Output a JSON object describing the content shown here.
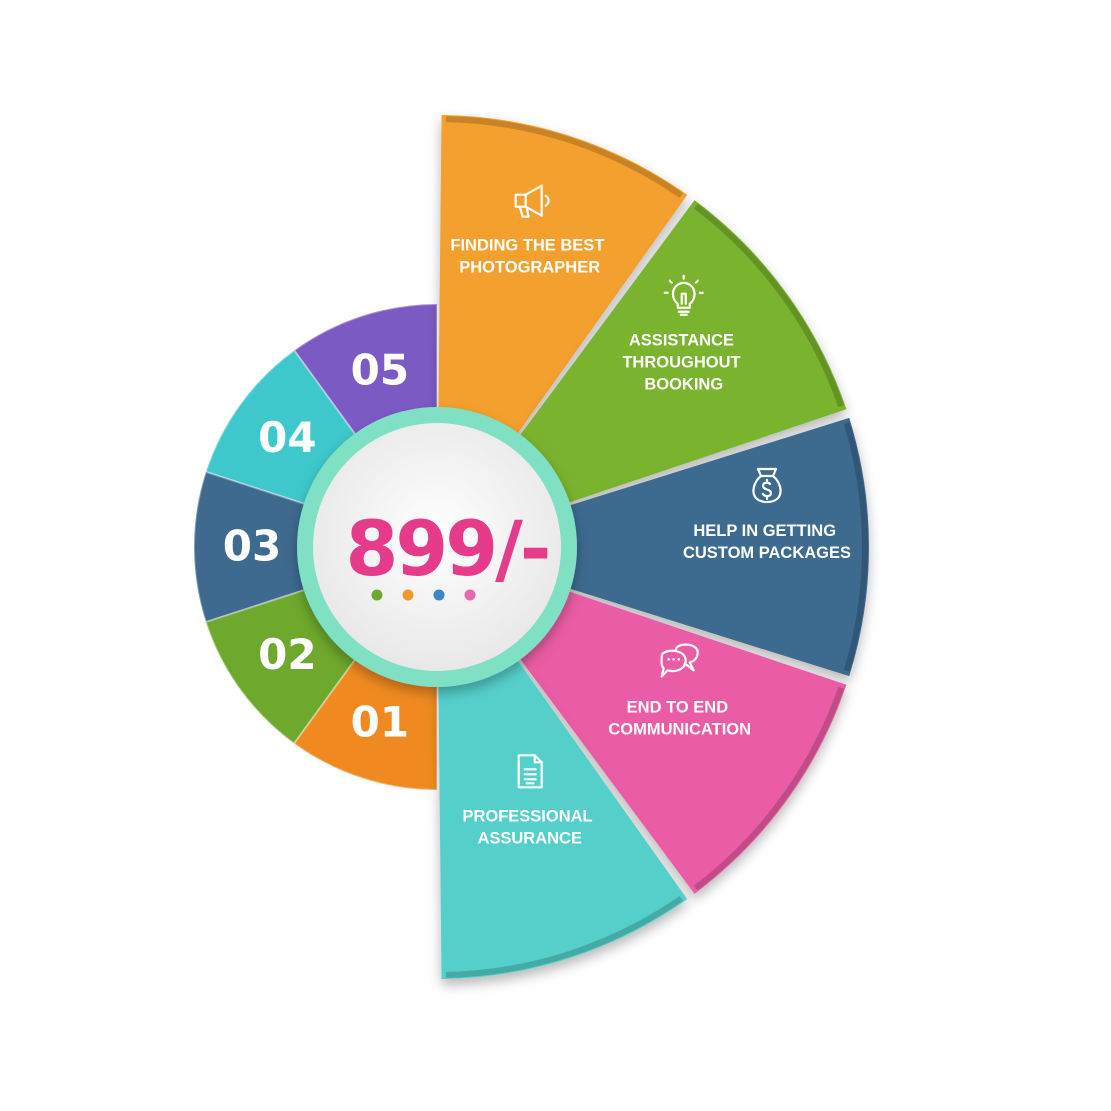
{
  "center": {
    "price": "899/-",
    "dot_colors": [
      "#6aab2a",
      "#f39a2a",
      "#3b86c9",
      "#e966b0"
    ]
  },
  "colors": {
    "orange": "#f4a02e",
    "green": "#7ab32e",
    "blue": "#3e6a8f",
    "pink": "#ea5ca5",
    "teal": "#55cfca",
    "purple": "#7c5ac4",
    "center_ring": "#7fe0c3",
    "price_text": "#e63a8a"
  },
  "outer_segments": [
    {
      "lines": [
        "FINDING THE BEST",
        "PHOTOGRAPHER"
      ],
      "icon": "megaphone-icon",
      "color": "#f4a02e"
    },
    {
      "lines": [
        "ASSISTANCE",
        "THROUGHOUT",
        "BOOKING"
      ],
      "icon": "lightbulb-icon",
      "color": "#7ab32e"
    },
    {
      "lines": [
        "HELP IN GETTING",
        "CUSTOM PACKAGES"
      ],
      "icon": "money-bag-icon",
      "color": "#3e6a8f"
    },
    {
      "lines": [
        "END TO END",
        "COMMUNICATION"
      ],
      "icon": "chat-bubbles-icon",
      "color": "#ea5ca5"
    },
    {
      "lines": [
        "PROFESSIONAL",
        "ASSURANCE"
      ],
      "icon": "document-icon",
      "color": "#55cfca"
    }
  ],
  "inner_segments": [
    {
      "label": "05",
      "color": "#7c5ac4"
    },
    {
      "label": "04",
      "color": "#3ec8cb"
    },
    {
      "label": "03",
      "color": "#3e6a8f"
    },
    {
      "label": "02",
      "color": "#6ea82c"
    },
    {
      "label": "01",
      "color": "#f08a20"
    }
  ]
}
